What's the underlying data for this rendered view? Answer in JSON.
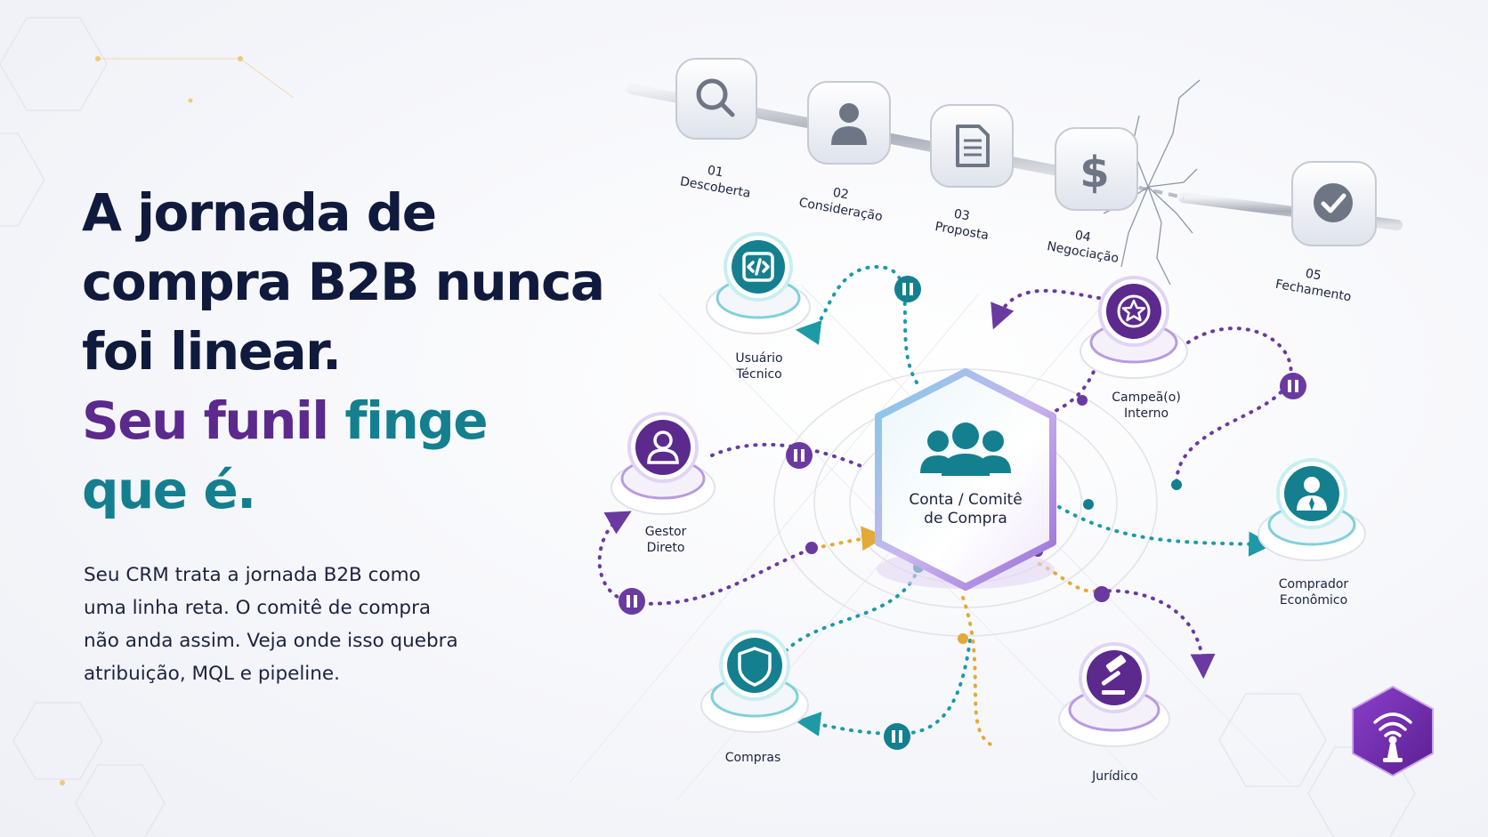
{
  "headline": {
    "line1": "A jornada de",
    "line2": "compra B2B nunca",
    "line3": "foi linear.",
    "line4_purple": "Seu funil",
    "line4_teal": "finge",
    "line5_teal": "que é."
  },
  "body": {
    "line1": "Seu CRM trata a jornada B2B como",
    "line2": "uma linha reta. O comitê de compra",
    "line3": "não anda assim. Veja onde isso quebra",
    "line4": "atribuição, MQL e pipeline."
  },
  "pipeline": {
    "stages": [
      {
        "number": "01",
        "label": "Descoberta",
        "icon": "search-icon"
      },
      {
        "number": "02",
        "label": "Consideração",
        "icon": "user-icon"
      },
      {
        "number": "03",
        "label": "Proposta",
        "icon": "document-icon"
      },
      {
        "number": "04",
        "label": "Negociação",
        "icon": "dollar-icon"
      },
      {
        "number": "05",
        "label": "Fechamento",
        "icon": "check-icon"
      }
    ]
  },
  "center": {
    "line1": "Conta / Comitê",
    "line2": "de Compra",
    "icon": "group-icon"
  },
  "stakeholders": [
    {
      "line1": "Usuário",
      "line2": "Técnico",
      "icon": "code-icon",
      "color": "#147f8f"
    },
    {
      "line1": "Campeã(o)",
      "line2": "Interno",
      "icon": "star-icon",
      "color": "#5b2a8c"
    },
    {
      "line1": "Gestor",
      "line2": "Direto",
      "icon": "person-icon",
      "color": "#5b2a8c"
    },
    {
      "line1": "Comprador",
      "line2": "Econômico",
      "icon": "executive-icon",
      "color": "#147f8f"
    },
    {
      "line1": "Compras",
      "line2": "",
      "icon": "shield-icon",
      "color": "#147f8f"
    },
    {
      "line1": "Jurídico",
      "line2": "",
      "icon": "gavel-icon",
      "color": "#5b2a8c"
    }
  ],
  "colors": {
    "navy": "#0f1a3d",
    "purple": "#5b2a8c",
    "teal": "#147f8f",
    "gold": "#e8b84a"
  },
  "logo": {
    "icon": "signal-pawn-icon"
  }
}
